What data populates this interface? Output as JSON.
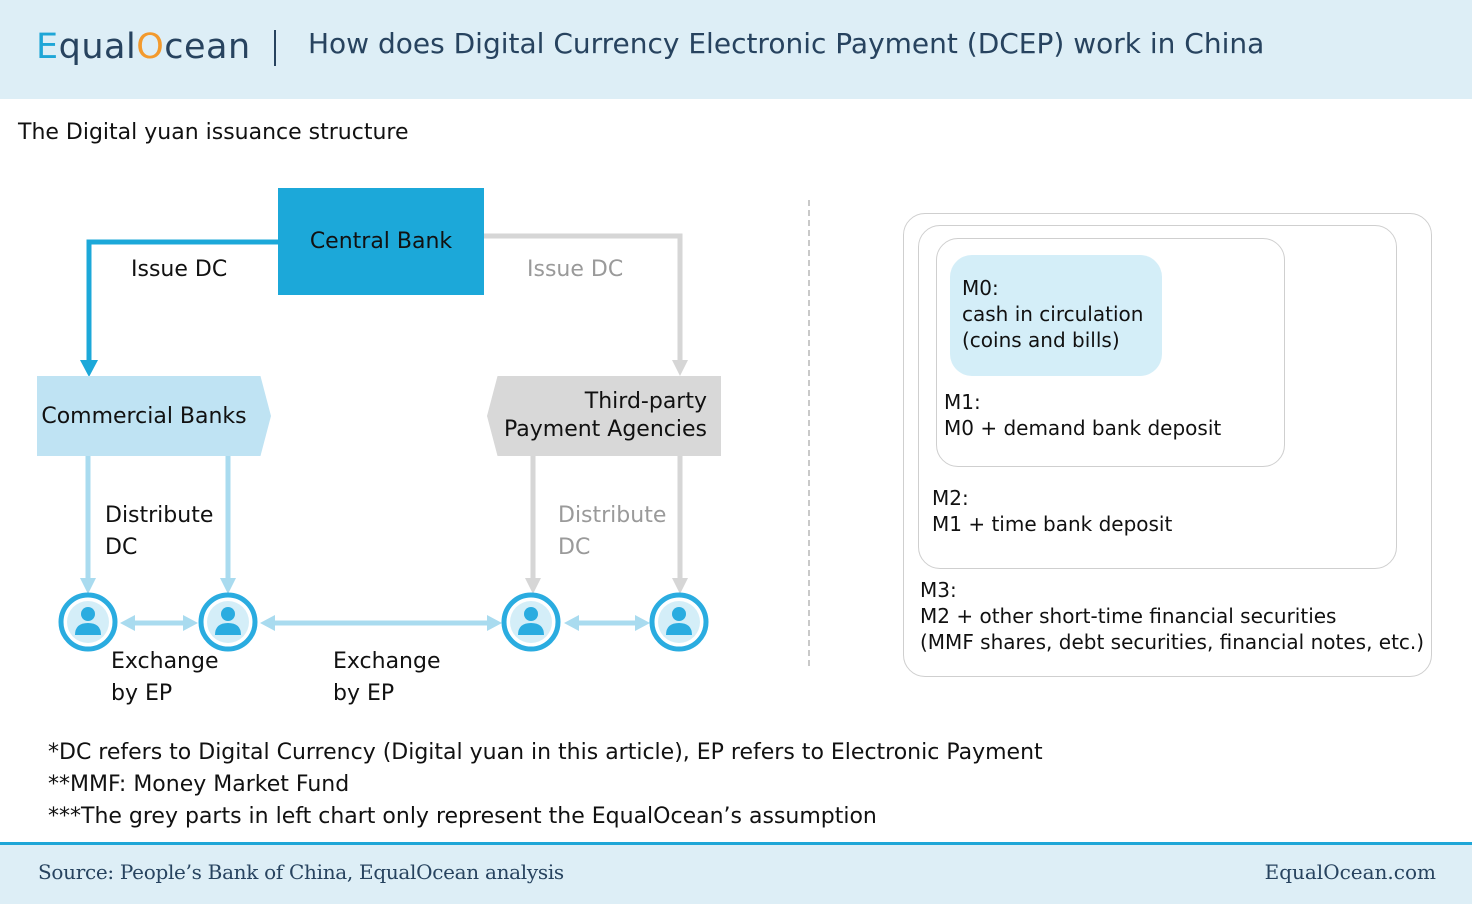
{
  "header": {
    "logo": {
      "part1": "E",
      "part2": "qual",
      "part3": "O",
      "part4": "cean"
    },
    "title": "How does Digital Currency Electronic Payment (DCEP) work in China"
  },
  "subtitle": "The Digital yuan issuance structure",
  "diagram": {
    "central_bank": "Central Bank",
    "issue_dc_left": "Issue DC",
    "issue_dc_right": "Issue DC",
    "commercial_banks": "Commercial Banks",
    "third_party": {
      "line1": "Third-party",
      "line2": "Payment Agencies"
    },
    "distribute_left": {
      "line1": "Distribute",
      "line2": "DC"
    },
    "distribute_right": {
      "line1": "Distribute",
      "line2": "DC"
    },
    "exchange_1": {
      "line1": "Exchange",
      "line2": "by EP"
    },
    "exchange_2": {
      "line1": "Exchange",
      "line2": "by EP"
    },
    "user_icon": "user-icon"
  },
  "money_supply": {
    "m0": {
      "title": "M0:",
      "line1": "cash in circulation",
      "line2": "(coins and bills)"
    },
    "m1": {
      "title": "M1:",
      "line1": "M0 + demand bank deposit"
    },
    "m2": {
      "title": "M2:",
      "line1": "M1 + time bank deposit"
    },
    "m3": {
      "title": "M3:",
      "line1": "M2 + other short-time financial securities",
      "line2": "(MMF shares, debt securities, financial notes, etc.)"
    }
  },
  "notes": [
    "*DC refers to Digital Currency (Digital yuan in this article), EP refers to Electronic Payment",
    "**MMF: Money Market Fund",
    "***The grey parts in left chart only represent the EqualOcean’s assumption"
  ],
  "footer": {
    "source": "Source: People’s Bank of China,  EqualOcean analysis",
    "site": "EqualOcean.com"
  },
  "colors": {
    "brand_blue": "#1ca8d9",
    "light_blue": "#bfe3f3",
    "arrow_light_blue": "#a9dbef",
    "grey": "#d8d8d8",
    "header_bg": "#ddeef6"
  }
}
